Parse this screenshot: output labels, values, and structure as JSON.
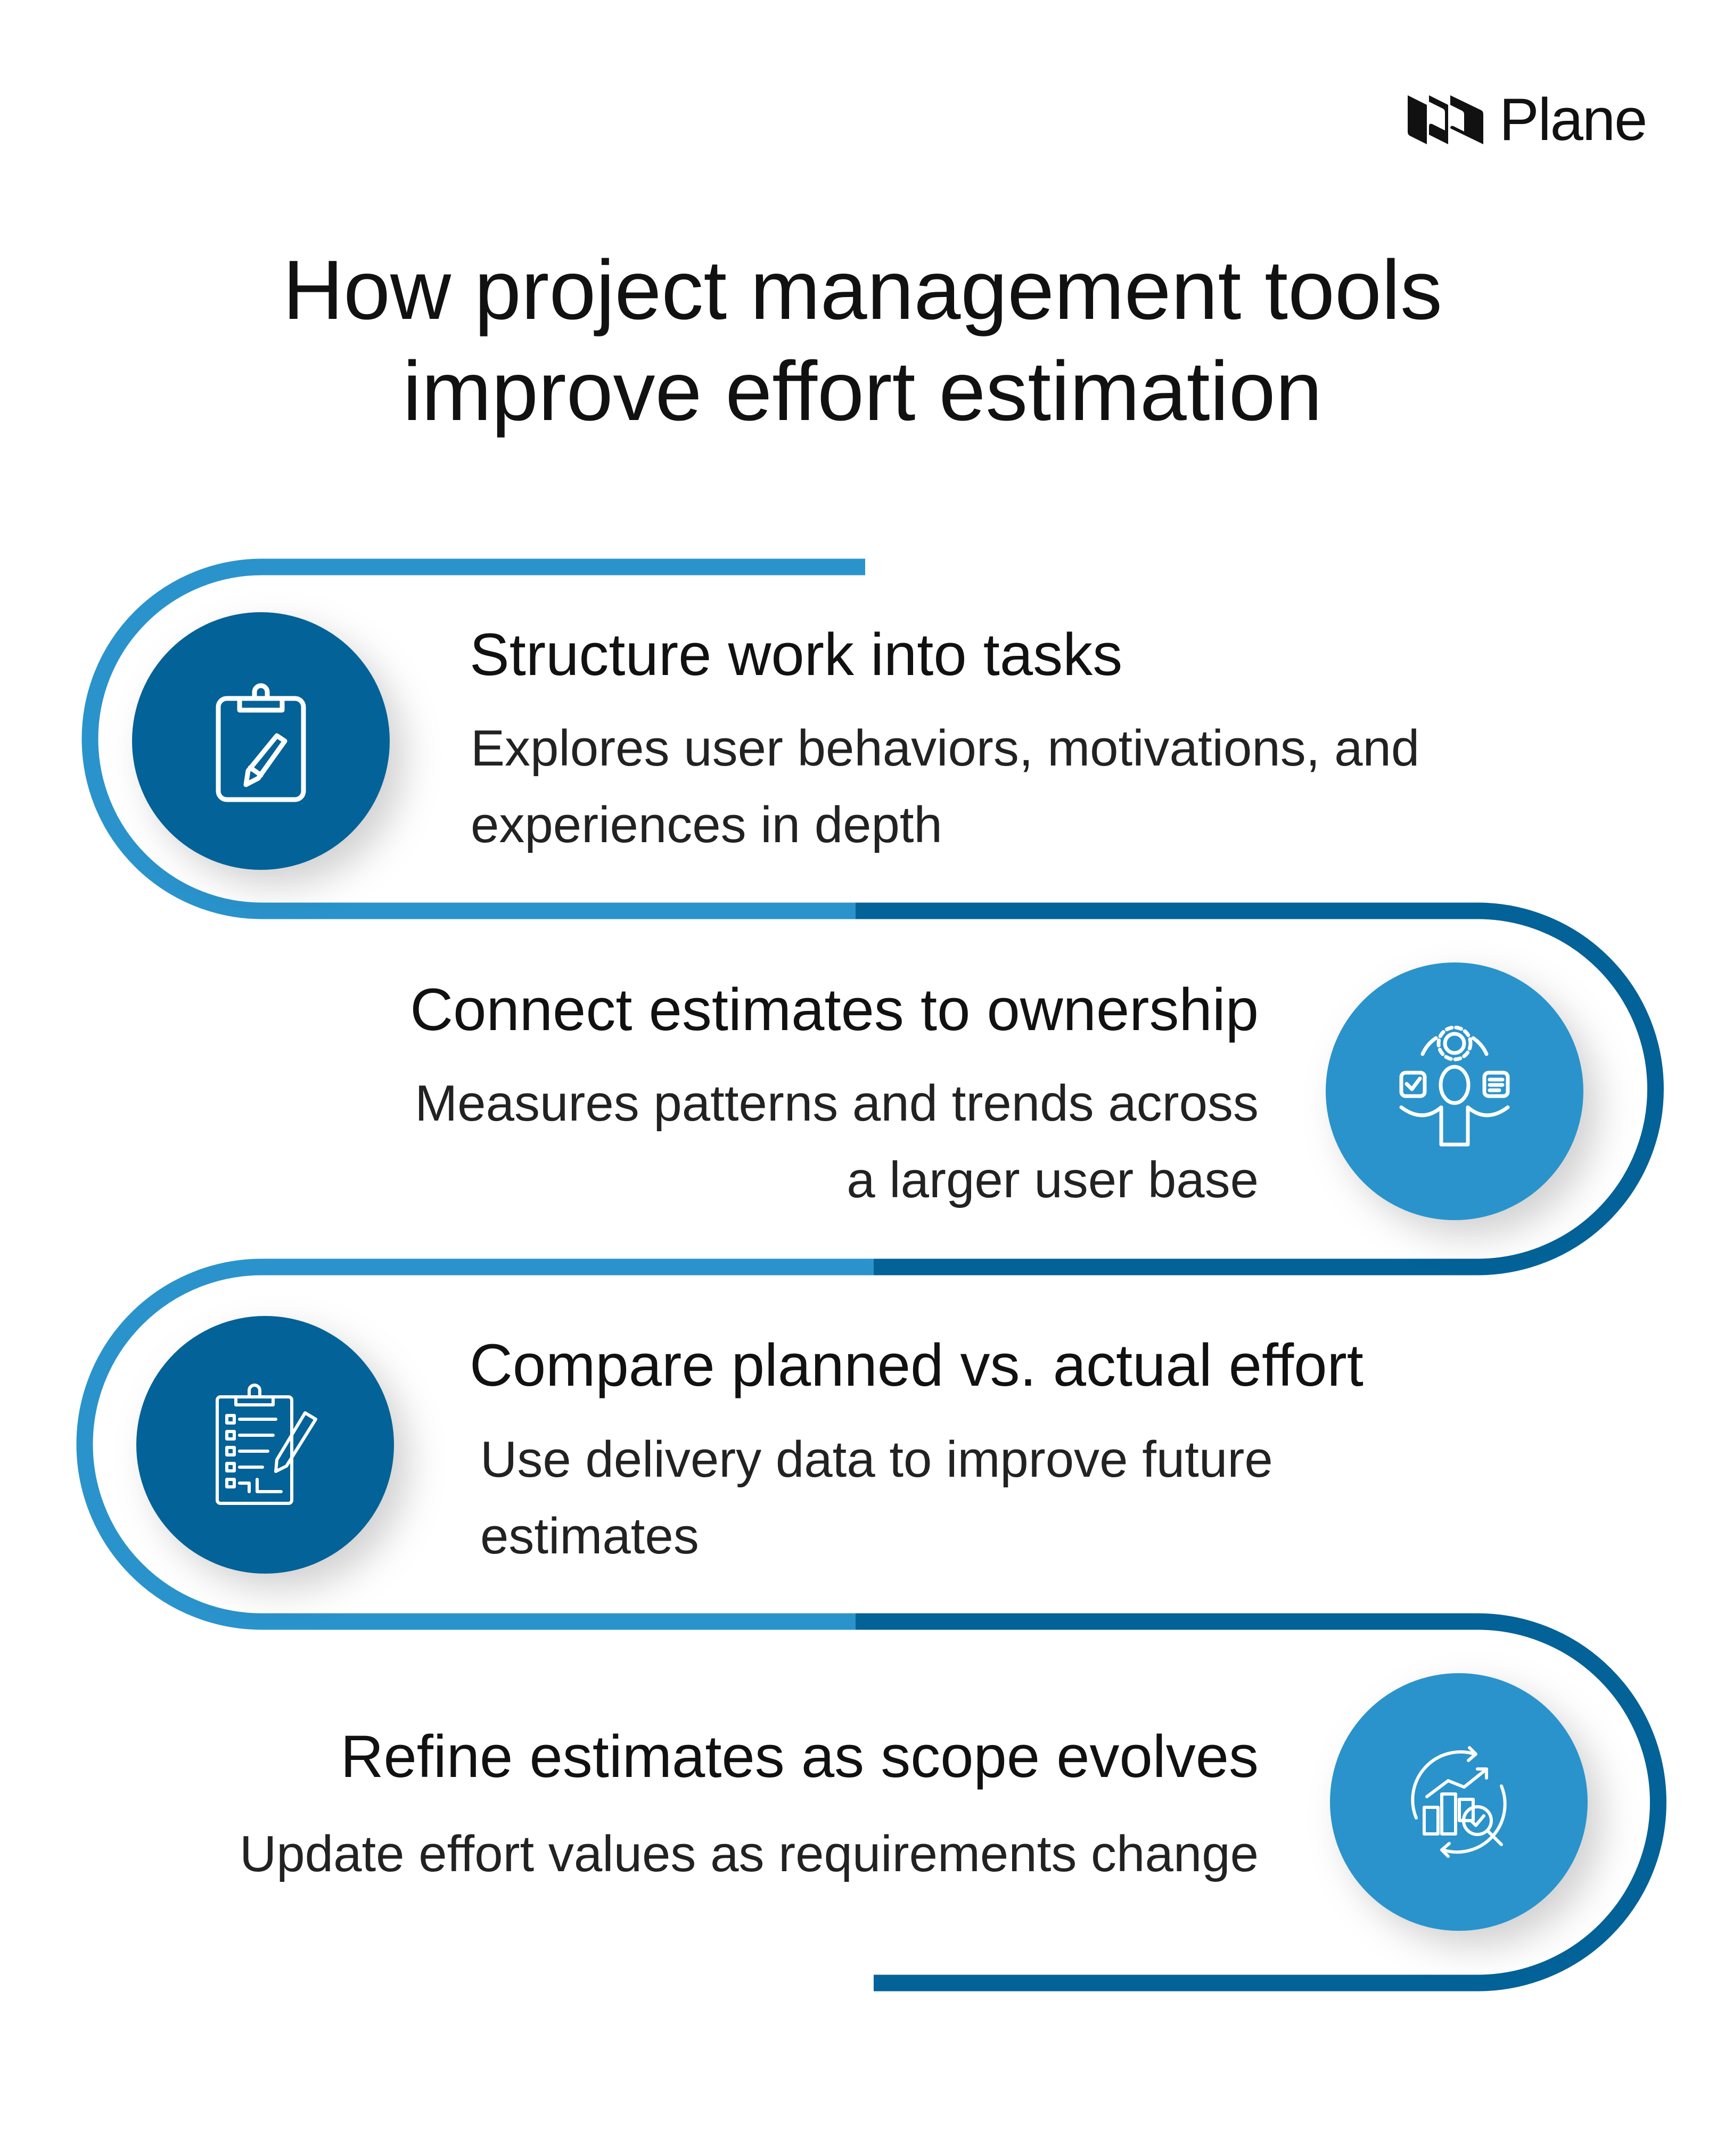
{
  "brand": {
    "name": "Plane",
    "logo_icon": "plane-logo-icon"
  },
  "title": {
    "line1": "How project management tools",
    "line2": "improve effort estimation"
  },
  "colors": {
    "light_blue": "#2a93cb",
    "dark_blue": "#036297",
    "text": "#111111"
  },
  "steps": [
    {
      "heading": "Structure work into tasks",
      "body_lines": [
        "Explores user behaviors, motivations, and",
        "experiences in depth"
      ],
      "icon": "clipboard-pencil-icon"
    },
    {
      "heading": "Connect estimates to ownership",
      "body_lines": [
        "Measures patterns and trends across",
        "a larger user base"
      ],
      "icon": "person-gear-icon"
    },
    {
      "heading": "Compare planned vs. actual effort",
      "body_lines": [
        "Use delivery data to improve future",
        "estimates"
      ],
      "icon": "checklist-pencil-icon"
    },
    {
      "heading": "Refine estimates as scope evolves",
      "body_lines": [
        "Update effort values as requirements change"
      ],
      "icon": "chart-refresh-magnifier-icon"
    }
  ]
}
